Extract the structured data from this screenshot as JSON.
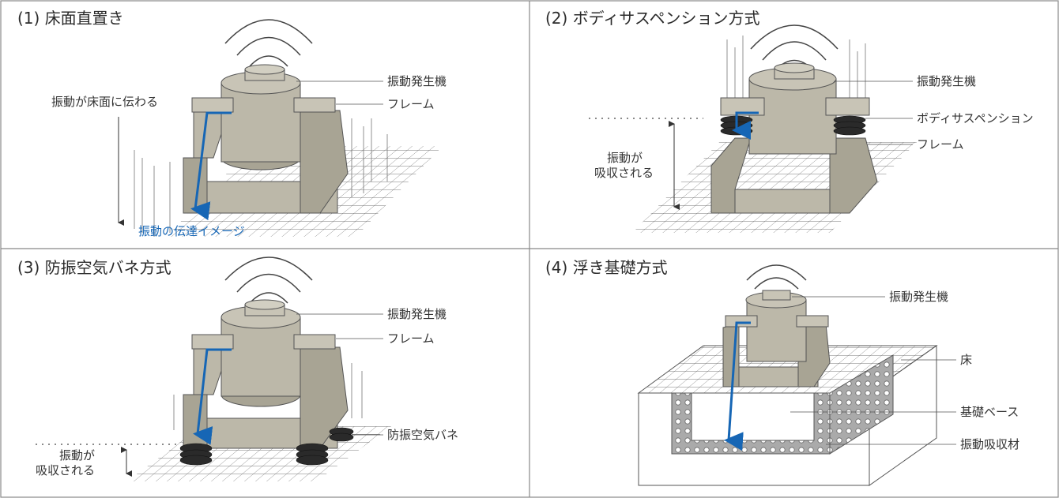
{
  "panels": [
    {
      "title": "(1) 床面直置き",
      "labels": {
        "shaker": "振動発生機",
        "frame": "フレーム",
        "floor_transfer": "振動が床面に伝わる",
        "image_caption": "振動の伝達イメージ"
      }
    },
    {
      "title": "(2) ボディサスペンション方式",
      "labels": {
        "shaker": "振動発生機",
        "suspension": "ボディサスペンション",
        "frame": "フレーム",
        "absorbed_line1": "振動が",
        "absorbed_line2": "吸収される"
      }
    },
    {
      "title": "(3) 防振空気バネ方式",
      "labels": {
        "shaker": "振動発生機",
        "frame": "フレーム",
        "air_spring": "防振空気バネ",
        "absorbed_line1": "振動が",
        "absorbed_line2": "吸収される"
      }
    },
    {
      "title": "(4) 浮き基礎方式",
      "labels": {
        "shaker": "振動発生機",
        "floor": "床",
        "foundation_base": "基礎ベース",
        "absorber": "振動吸収材"
      }
    }
  ],
  "colors": {
    "machine": "#bcb8a9",
    "machine_dark": "#a8a494",
    "outline": "#555555",
    "arrow_blue": "#1666b5",
    "border": "#888888"
  }
}
